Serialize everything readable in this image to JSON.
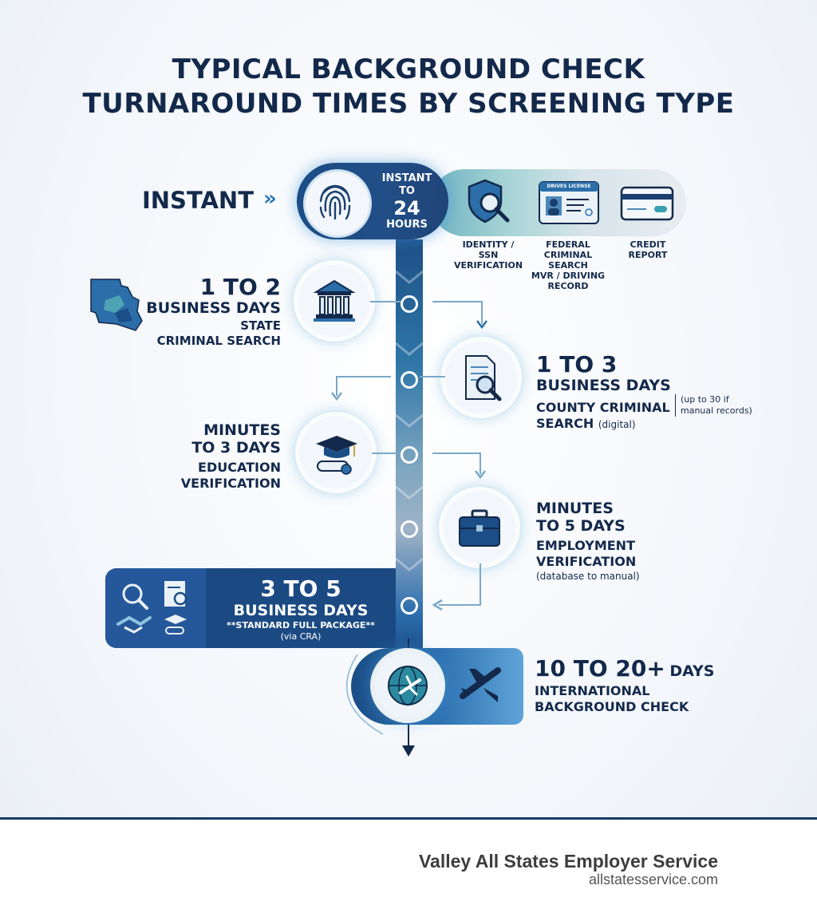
{
  "title": {
    "line1": "TYPICAL BACKGROUND CHECK",
    "line2": "TURNAROUND TIMES BY SCREENING TYPE"
  },
  "instant": {
    "label": "INSTANT",
    "chevron": "»",
    "time_small1": "INSTANT",
    "time_small2": "TO",
    "time_big": "24",
    "time_small3": "HOURS",
    "items": [
      {
        "icon": "shield-magnifier-icon",
        "label_lines": [
          "IDENTITY /",
          "SSN",
          "VERIFICATION"
        ]
      },
      {
        "icon": "drivers-license-icon",
        "license_text": "DRIVES LICENSE",
        "label_lines": [
          "FEDERAL",
          "CRIMINAL SEARCH",
          "MVR / DRIVING",
          "RECORD"
        ]
      },
      {
        "icon": "credit-card-icon",
        "label_lines": [
          "CREDIT",
          "REPORT"
        ]
      }
    ]
  },
  "steps": {
    "state": {
      "time1": "1 TO 2",
      "time2": "BUSINESS DAYS",
      "name1": "STATE",
      "name2": "CRIMINAL SEARCH",
      "icon": "courthouse-icon"
    },
    "county": {
      "time1": "1 TO 3",
      "time2": "BUSINESS DAYS",
      "name1": "COUNTY CRIMINAL",
      "name2": "SEARCH",
      "name2_suffix": "(digital)",
      "note1": "(up to 30 if",
      "note2": "manual records)",
      "icon": "document-search-icon"
    },
    "education": {
      "time1": "MINUTES",
      "time2": "TO 3 DAYS",
      "name1": "EDUCATION",
      "name2": "VERIFICATION",
      "icon": "graduation-cap-icon"
    },
    "employment": {
      "time1": "MINUTES",
      "time2": "TO 5 DAYS",
      "name1": "EMPLOYMENT",
      "name2": "VERIFICATION",
      "note": "(database to manual)",
      "icon": "briefcase-icon"
    },
    "standard": {
      "time1": "3 TO 5",
      "time2": "BUSINESS DAYS",
      "name1": "**STANDARD FULL PACKAGE**",
      "name2": "(via CRA)"
    },
    "international": {
      "time1": "10 TO 20+",
      "time_suffix": "DAYS",
      "name1": "INTERNATIONAL",
      "name2": "BACKGROUND CHECK",
      "icon": "globe-icon"
    }
  },
  "footer": {
    "brand": "Valley All States Employer Service",
    "site": "allstatesservice.com"
  },
  "colors": {
    "navy": "#13294b",
    "blue": "#1b4d86",
    "teal": "#3a9fb0",
    "accent": "#2a77b4"
  }
}
